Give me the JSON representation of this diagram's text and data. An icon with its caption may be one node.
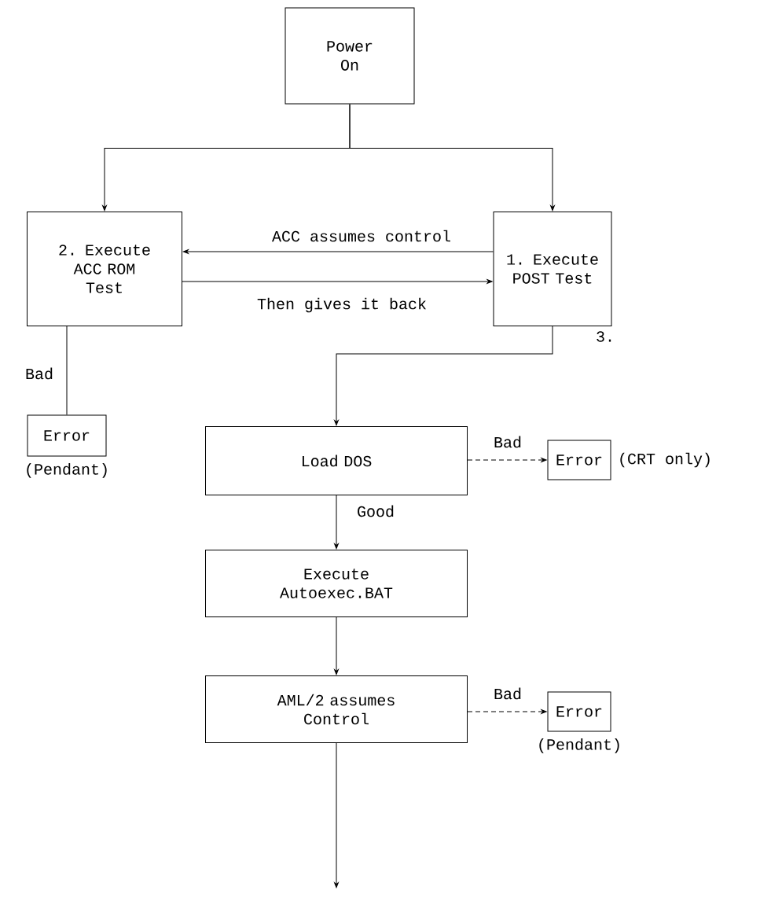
{
  "diagram": {
    "nodes": [
      {
        "text": [
          "Power On"
        ]
      },
      {
        "text": [
          "2. Execute ACC ROM Test"
        ]
      },
      {
        "text": [
          "1. Execute POST Test"
        ]
      },
      {
        "text": [
          "Error"
        ],
        "beside": [
          "(Pendant)"
        ]
      },
      {
        "text": [
          "Load DOS"
        ]
      },
      {
        "text": [
          "Error"
        ],
        "beside": [
          "(CRT only)"
        ]
      },
      {
        "text": [
          "Execute Autoexec.BAT"
        ]
      },
      {
        "text": [
          "AML/2 assumes Control"
        ]
      },
      {
        "text": [
          "Error"
        ],
        "beside": [
          "(Pendant)"
        ]
      }
    ],
    "edges": [
      {
        "from": 0,
        "to": 1,
        "arrow": "to"
      },
      {
        "from": 0,
        "to": 2,
        "arrow": "to"
      },
      {
        "from": 2,
        "to": 1,
        "arrow": "to",
        "label": "ACC assumes control"
      },
      {
        "from": 1,
        "to": 2,
        "arrow": "to",
        "label": "Then gives it back"
      },
      {
        "from": 1,
        "to": 3,
        "arrow": "none",
        "label": "Bad"
      },
      {
        "from": 2,
        "to": 4,
        "arrow": "to",
        "label": "3."
      },
      {
        "from": 4,
        "to": 5,
        "arrow": "to",
        "label": "Bad",
        "style": "dashed"
      },
      {
        "from": 4,
        "to": 6,
        "arrow": "to",
        "label": "Good"
      },
      {
        "from": 6,
        "to": 7,
        "arrow": "to"
      },
      {
        "from": 7,
        "to": 8,
        "arrow": "to",
        "label": "Bad",
        "style": "dashed"
      },
      {
        "from": 7,
        "to": null,
        "arrow": "to"
      }
    ]
  }
}
